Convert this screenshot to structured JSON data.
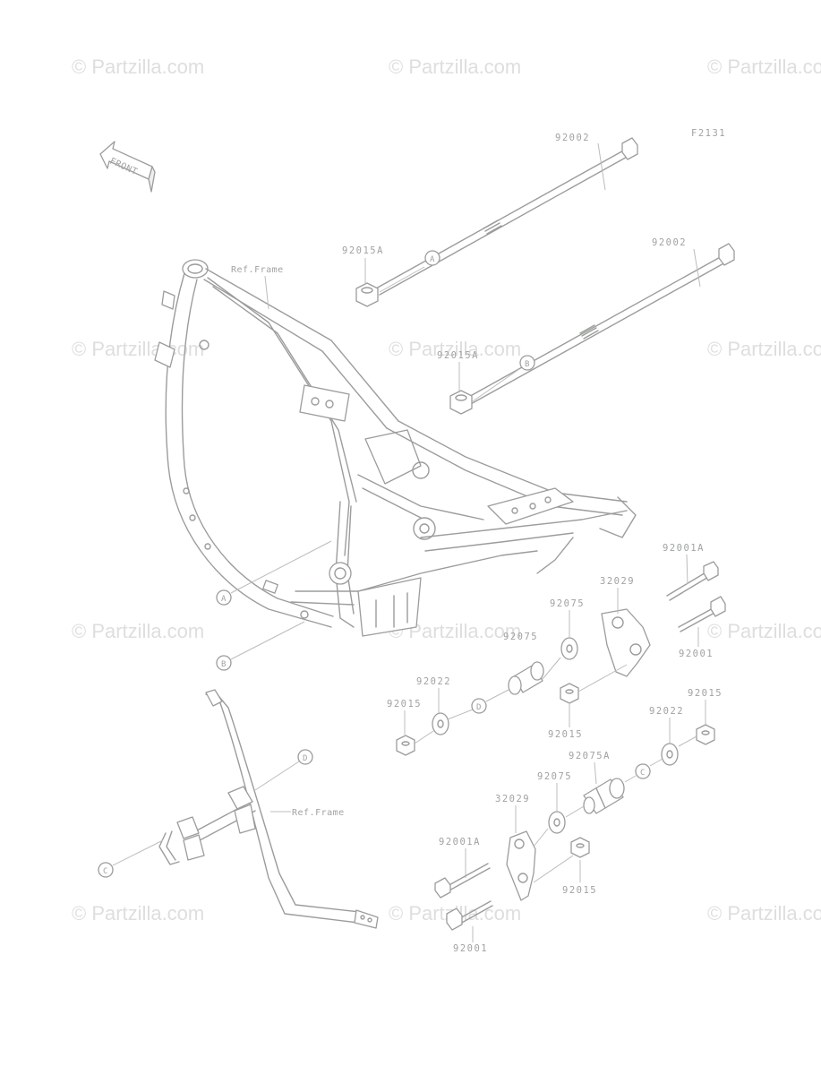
{
  "diagram_code": "F2131",
  "front_label": "FRONT",
  "watermarks": [
    "© Partzilla.com",
    "© Partzilla.com",
    "© Partzilla.com",
    "© Partzilla.com",
    "© Partzilla.com",
    "© Partzilla.com",
    "© Partzilla.com",
    "© Partzilla.com",
    "© Partzilla.com",
    "© Partzilla.com",
    "© Partzilla.com",
    "© Partzilla.com"
  ],
  "ref_labels": {
    "frame_top": "Ref.Frame",
    "frame_bottom": "Ref.Frame"
  },
  "callouts": {
    "A": "A",
    "B": "B",
    "C": "C",
    "D": "D"
  },
  "parts": {
    "bolt_long_a": "92002",
    "bolt_long_b": "92002",
    "nut_a": "92015A",
    "nut_b": "92015A",
    "bolt_right_top": "92001A",
    "bracket_right": "32029",
    "washer_right": "92075",
    "collar_right": "92075",
    "bolt_right": "92001",
    "washer_d": "92022",
    "nut_d": "92015",
    "nut_mid": "92015",
    "nut_c": "92015",
    "washer_c": "92022",
    "collar_c": "92075A",
    "washer_left": "92075",
    "bracket_left": "32029",
    "bolt_left_top": "92001A",
    "nut_left": "92015",
    "bolt_left": "92001"
  }
}
